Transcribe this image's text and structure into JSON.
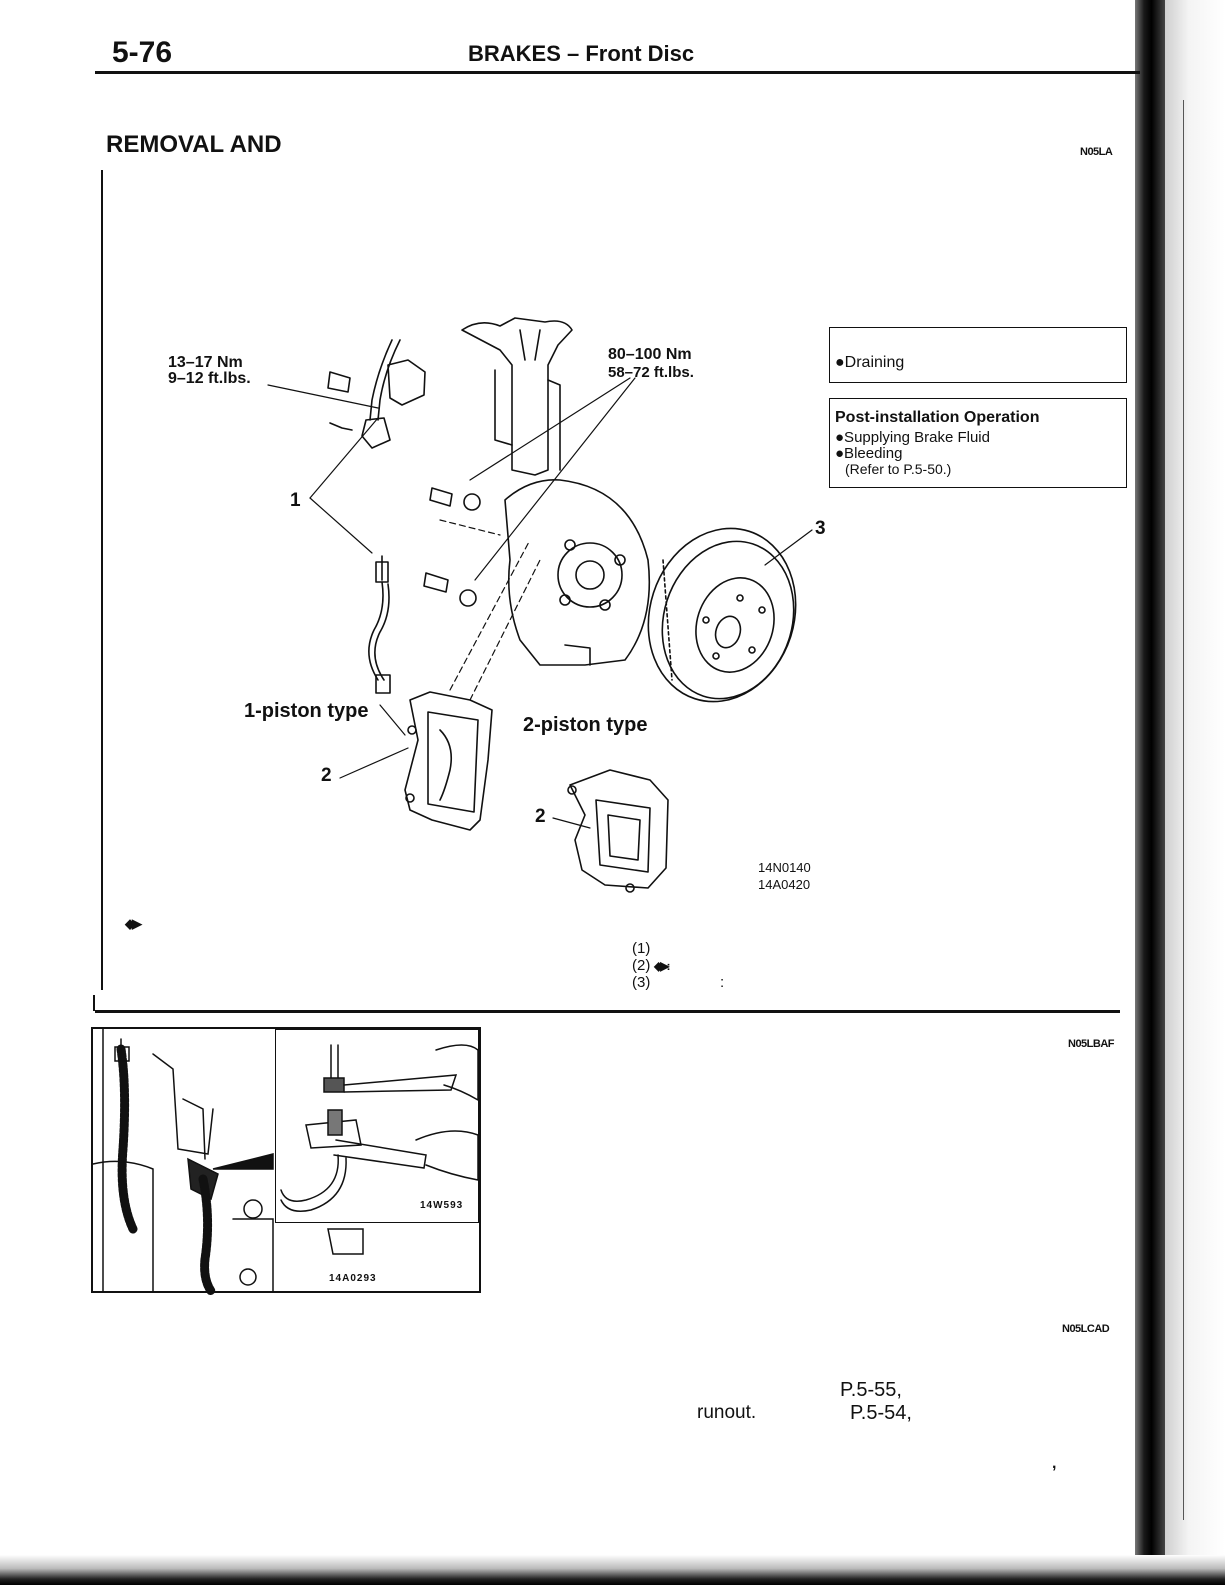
{
  "header": {
    "page_number": "5-76",
    "title": "BRAKES – Front Disc"
  },
  "section1": {
    "heading": "REMOVAL AND",
    "code": "N05LA"
  },
  "illustration": {
    "torque_1_nm": "13–17 Nm",
    "torque_1_ftlbs": "9–12 ft.lbs.",
    "torque_2_nm": "80–100 Nm",
    "torque_2_ftlbs": "58–72 ft.lbs.",
    "callout_1": "1",
    "callout_2a": "2",
    "callout_2b": "2",
    "callout_3": "3",
    "label_1piston": "1-piston type",
    "label_2piston": "2-piston type",
    "fig_code_1": "14N0140",
    "fig_code_2": "14A0420"
  },
  "pre_removal_box": {
    "item": "●Draining"
  },
  "post_install_box": {
    "title": "Post-installation Operation",
    "item_1": "●Supplying Brake Fluid",
    "item_2": "●Bleeding",
    "item_3": "(Refer to P.5-50.)"
  },
  "legend": {
    "symbol": "◆▶",
    "step_1": "(1)",
    "step_2": "(2)",
    "step_2_symbol": "◆▶:",
    "step_3": "(3)",
    "step_3_colon": ":"
  },
  "section2": {
    "code": "N05LBAF",
    "fig_code_inset": "14W593",
    "fig_code_main": "14A0293"
  },
  "section3": {
    "code": "N05LCAD",
    "ref_1": "P.5-55,",
    "word_runout": "runout.",
    "ref_2": "P.5-54,",
    "stray_mark": ","
  }
}
